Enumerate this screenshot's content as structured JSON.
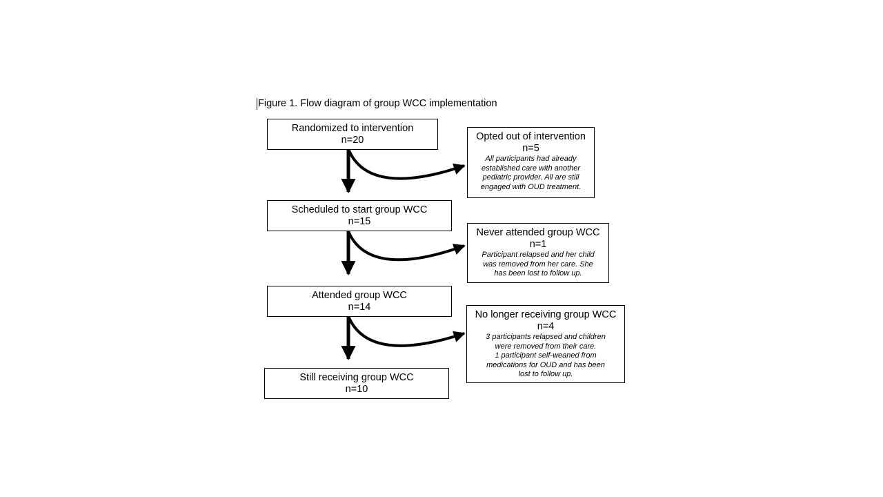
{
  "caption": "Figure 1. Flow diagram of group WCC implementation",
  "main_steps": [
    {
      "label": "Randomized to intervention",
      "n": "n=20"
    },
    {
      "label": "Scheduled to start group WCC",
      "n": "n=15"
    },
    {
      "label": "Attended group WCC",
      "n": "n=14"
    },
    {
      "label": "Still receiving group WCC",
      "n": "n=10"
    }
  ],
  "exits": [
    {
      "label": "Opted out of intervention",
      "n": "n=5",
      "note": "All participants had already\nestablished care with another\npediatric provider. All are still\nengaged with OUD treatment."
    },
    {
      "label": "Never attended group WCC",
      "n": "n=1",
      "note": "Participant relapsed and her child\nwas removed from her care. She\nhas been lost to follow up."
    },
    {
      "label": "No longer receiving group WCC",
      "n": "n=4",
      "note": "3 participants relapsed and children\nwere removed from their care.\n1 participant self-weaned from\nmedications for OUD and has been\nlost to follow up."
    }
  ]
}
